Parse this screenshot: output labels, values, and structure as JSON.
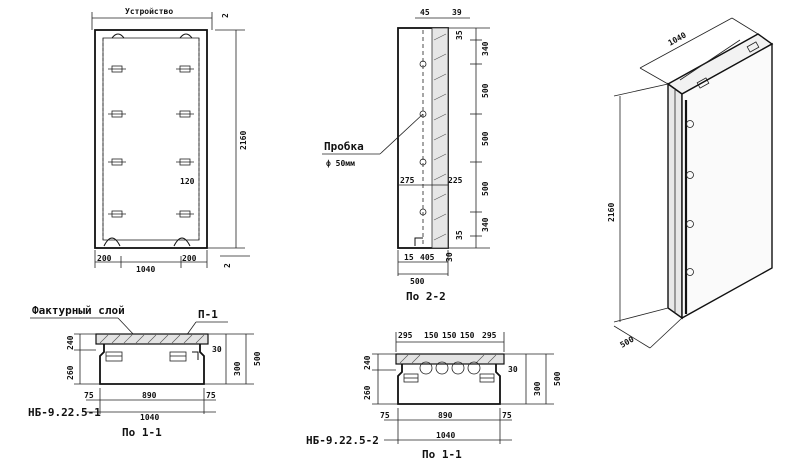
{
  "front_view": {
    "top_note": "Устройство",
    "top_right_dim": "2",
    "height_dim": "2160",
    "bottom_left_dim": "200",
    "bottom_mid_dim": "1040",
    "bottom_right_dim": "200",
    "small_dim": "120",
    "corner_dim": "2"
  },
  "section_2_2": {
    "top_dim": "45",
    "top_dim2": "39",
    "side_dims": [
      "35",
      "340",
      "500",
      "500",
      "500",
      "340",
      "35"
    ],
    "mid_left_dim": "275",
    "mid_right_dim": "225",
    "bottom_dims": [
      "15",
      "405",
      "30"
    ],
    "bottom_total": "500",
    "plug_label": "Пробка",
    "plug_size": "ф 50мм",
    "caption": "По 2-2"
  },
  "section_1_1_left": {
    "layer_label": "Фактурный слой",
    "part_label": "П-1",
    "left_dims": [
      "240",
      "260"
    ],
    "right_dims": [
      "300",
      "500"
    ],
    "right_small": "30",
    "width_inner": "890",
    "width_total": "1040",
    "edge_left": "75",
    "edge_right": "75",
    "mark": "НБ-9.22.5-1",
    "caption": "По 1-1"
  },
  "section_1_1_right": {
    "top_dims": [
      "295",
      "150",
      "150",
      "150",
      "295"
    ],
    "left_dims": [
      "240",
      "260"
    ],
    "right_dims": [
      "300",
      "500"
    ],
    "right_small": "30",
    "width_inner": "890",
    "width_total": "1040",
    "edge_left": "75",
    "edge_right": "75",
    "mark": "НБ-9.22.5-2",
    "caption": "По 1-1"
  },
  "isometric": {
    "length_dim": "1040",
    "height_dim": "2160",
    "depth_dim": "500"
  }
}
